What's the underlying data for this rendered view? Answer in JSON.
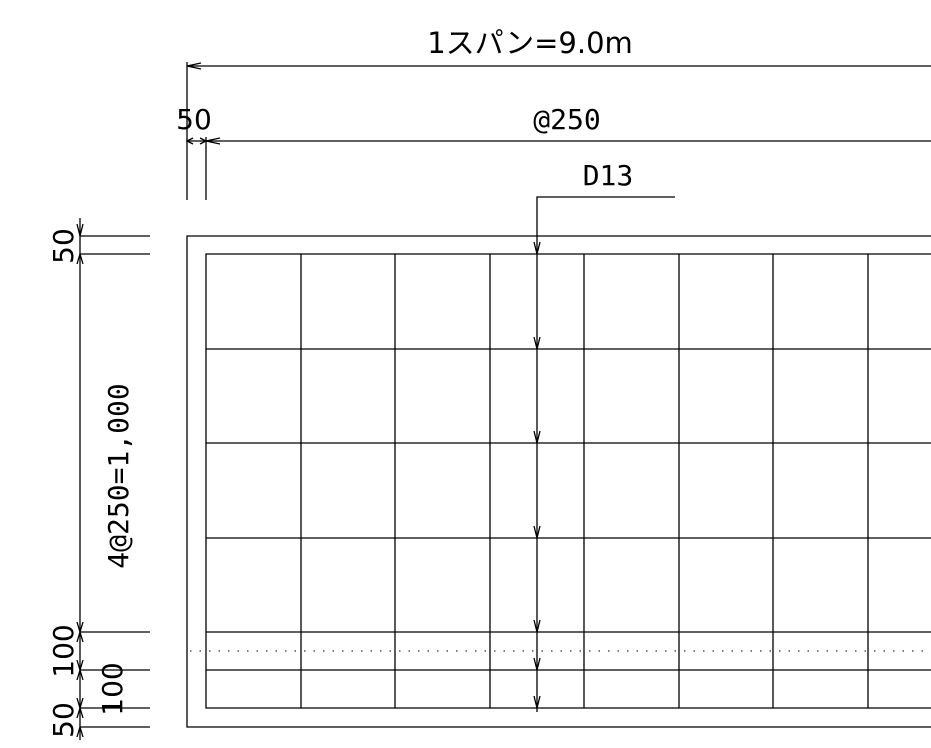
{
  "dimensions": {
    "span_label": "1スパン=9.0m",
    "edge_horizontal": "50",
    "pitch_horizontal": "@250",
    "bar_label": "D13",
    "top_edge": "50",
    "vertical_pitch": "4@250=1,000",
    "lower_100_a": "100",
    "lower_100_b": "100",
    "bottom_edge": "50"
  }
}
